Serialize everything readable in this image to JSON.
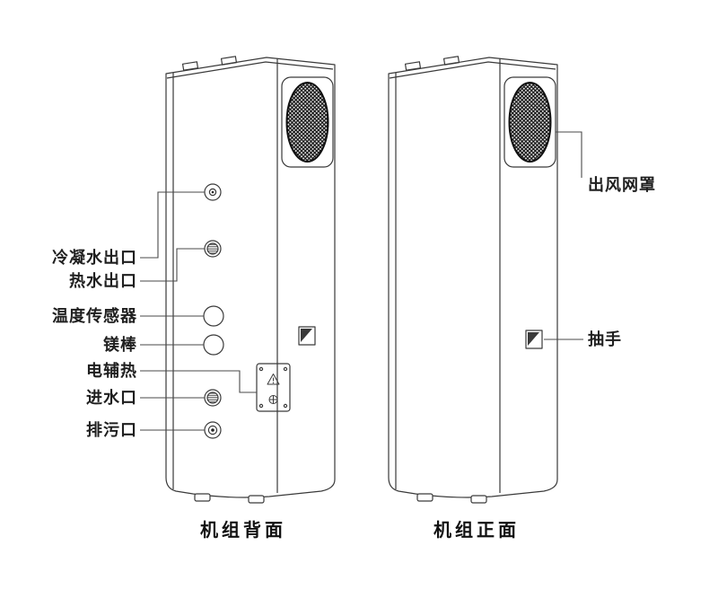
{
  "page": {
    "background": "#ffffff"
  },
  "diagram": {
    "back_view": {
      "caption": "机组背面",
      "labels": {
        "condensate_outlet": "冷凝水出口",
        "hot_water_outlet": "热水出口",
        "temp_sensor": "温度传感器",
        "magnesium_rod": "镁棒",
        "electric_heater": "电辅热",
        "water_inlet": "进水口",
        "drain_outlet": "排污口"
      }
    },
    "front_view": {
      "caption": "机组正面",
      "labels": {
        "air_outlet_grille": "出风网罩",
        "handle": "抽手"
      }
    },
    "colors": {
      "line": "#3a3a3a",
      "leader": "#4a4a4a",
      "text": "#1f1f1f",
      "mesh_dark": "#111111"
    }
  }
}
